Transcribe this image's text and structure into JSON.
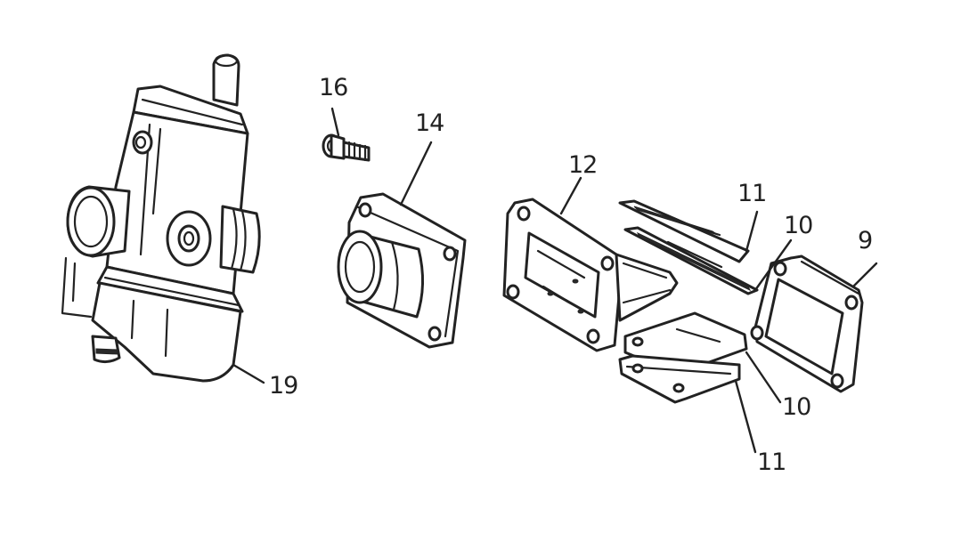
{
  "diagram": {
    "callouts": [
      {
        "id": "c16",
        "label": "16"
      },
      {
        "id": "c14",
        "label": "14"
      },
      {
        "id": "c12",
        "label": "12"
      },
      {
        "id": "c11a",
        "label": "11"
      },
      {
        "id": "c10a",
        "label": "10"
      },
      {
        "id": "c9",
        "label": "9"
      },
      {
        "id": "c19",
        "label": "19"
      },
      {
        "id": "c10b",
        "label": "10"
      },
      {
        "id": "c11b",
        "label": "11"
      }
    ]
  }
}
